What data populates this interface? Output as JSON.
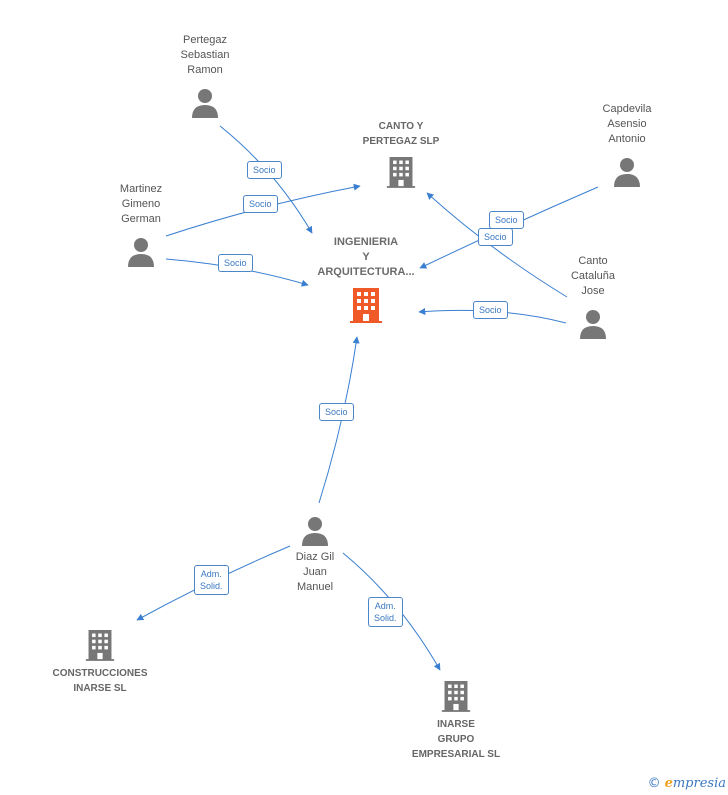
{
  "colors": {
    "edge": "#3a7fd0",
    "person_icon": "#777777",
    "company_icon": "#777777",
    "main_icon": "#f05a28"
  },
  "nodes": {
    "main": {
      "label": "INGENIERIA\nY\nARQUITECTURA..."
    },
    "canto_pertegaz": {
      "label": "CANTO Y\nPERTEGAZ SLP"
    },
    "pertegaz": {
      "label": "Pertegaz\nSebastian\nRamon"
    },
    "martinez": {
      "label": "Martinez\nGimeno\nGerman"
    },
    "capdevila": {
      "label": "Capdevila\nAsensio\nAntonio"
    },
    "canto_cataluna": {
      "label": "Canto\nCataluña\nJose"
    },
    "diaz": {
      "label": "Diaz Gil\nJuan\nManuel"
    },
    "construcciones": {
      "label": "CONSTRUCCIONES\nINARSE SL"
    },
    "inarse_grupo": {
      "label": "INARSE\nGRUPO\nEMPRESARIAL SL"
    }
  },
  "edges": {
    "e1": "Socio",
    "e2": "Socio",
    "e3": "Socio",
    "e4": "Socio",
    "e5": "Socio",
    "e6": "Socio",
    "e7": "Socio",
    "e8": "Adm.\nSolid.",
    "e9": "Adm.\nSolid."
  },
  "footer": {
    "copyright": "©",
    "brand_initial": "e",
    "brand_rest": "mpresia"
  }
}
